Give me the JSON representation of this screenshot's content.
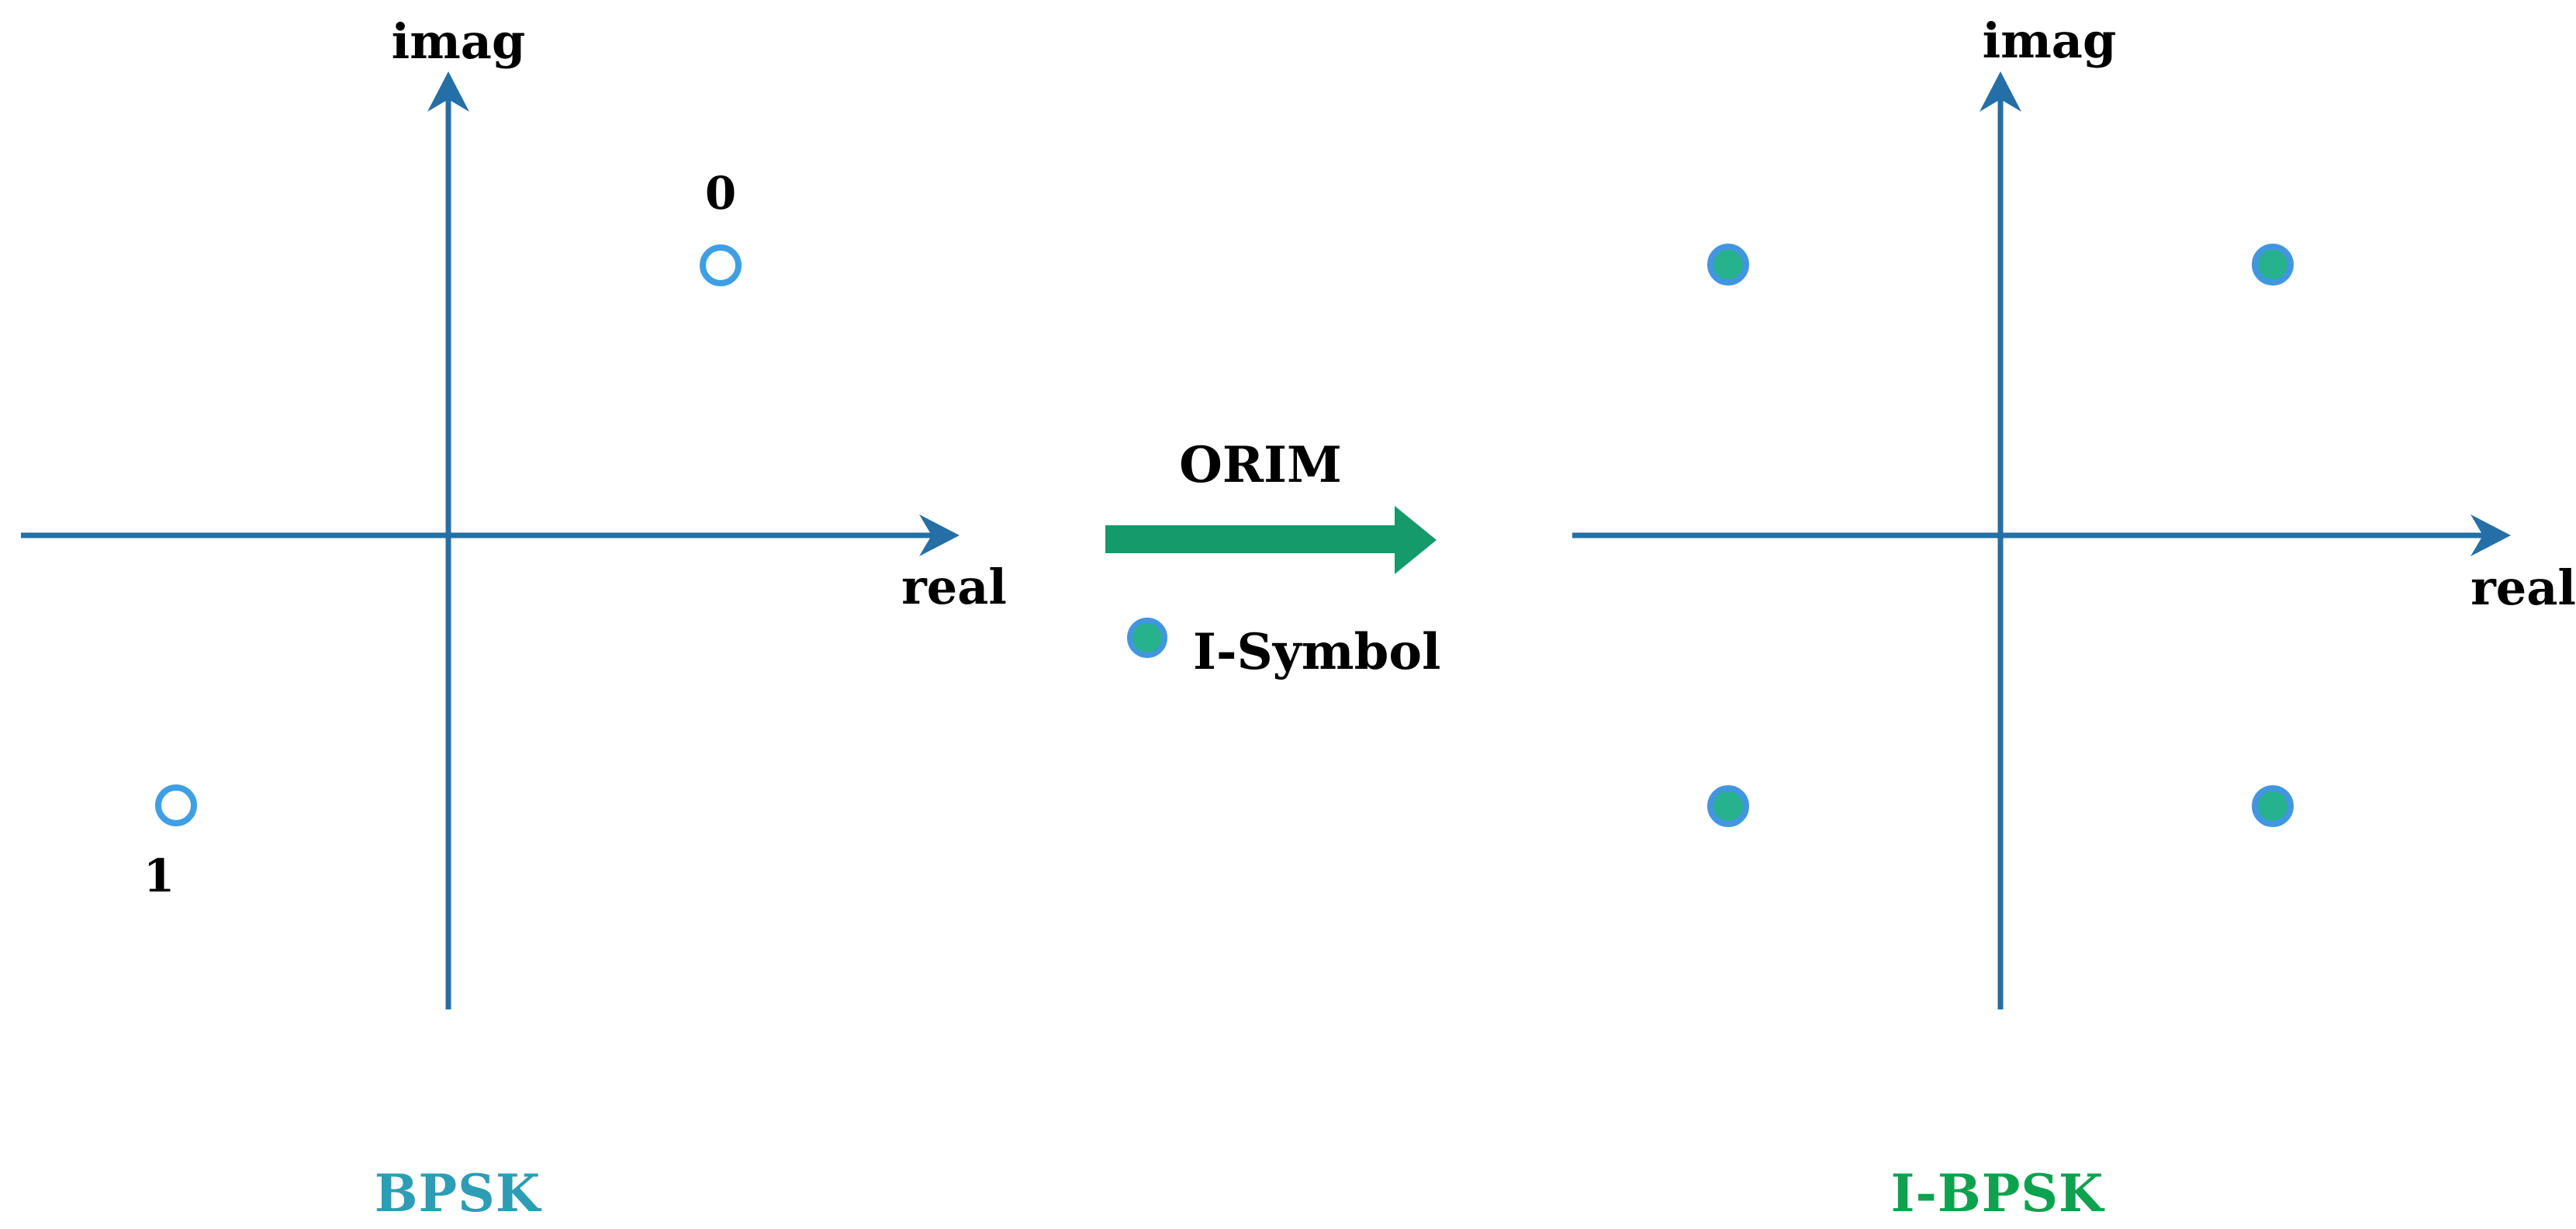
{
  "figure": {
    "type": "constellation-mapping-diagram",
    "description": "BPSK constellation mapped to I-BPSK constellation via ORIM"
  },
  "colors": {
    "axis": "#246FA5",
    "open_marker_stroke": "#3F9FE3",
    "filled_marker_fill": "#27B28E",
    "filled_marker_stroke": "#4296DF",
    "orim_arrow": "#159A6B",
    "bpsk_caption": "#2C9DB4",
    "ibpsk_caption": "#0CA24E",
    "label_text": "#000000"
  },
  "left_plot": {
    "caption": "BPSK",
    "axis_labels": {
      "vertical": "imag",
      "horizontal": "real"
    },
    "points": [
      {
        "label": "0",
        "real": 1,
        "imag": 1,
        "marker": "open-circle",
        "label_position": "above"
      },
      {
        "label": "1",
        "real": -1,
        "imag": -1,
        "marker": "open-circle",
        "label_position": "below-left"
      }
    ]
  },
  "transform_arrow": {
    "label": "ORIM"
  },
  "legend": {
    "marker": "filled-circle",
    "label": "I-Symbol"
  },
  "right_plot": {
    "caption": "I-BPSK",
    "axis_labels": {
      "vertical": "imag",
      "horizontal": "real"
    },
    "points": [
      {
        "real": -1,
        "imag": 1,
        "marker": "filled-circle"
      },
      {
        "real": 1,
        "imag": 1,
        "marker": "filled-circle"
      },
      {
        "real": -1,
        "imag": -1,
        "marker": "filled-circle"
      },
      {
        "real": 1,
        "imag": -1,
        "marker": "filled-circle"
      }
    ]
  }
}
